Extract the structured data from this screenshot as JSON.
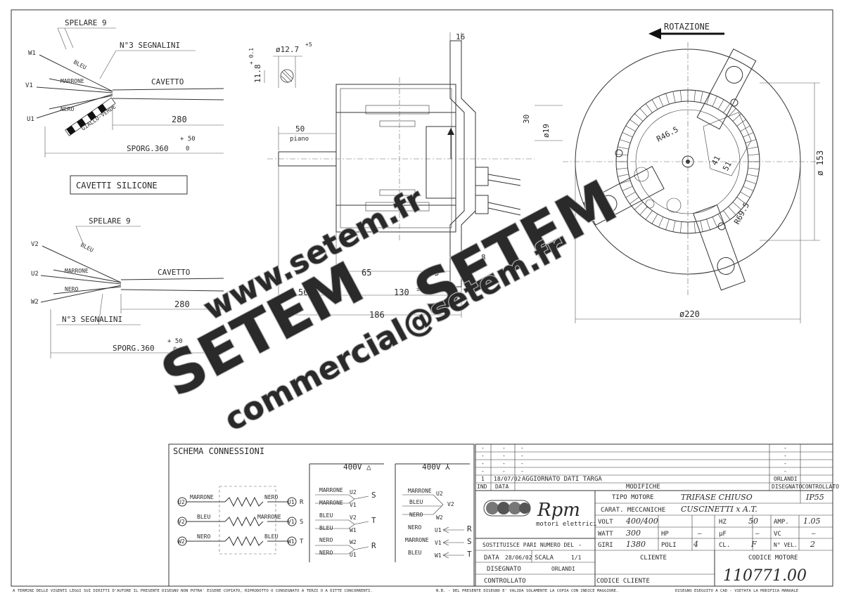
{
  "cable_top": {
    "strip_label": "SPELARE 9",
    "markers_label": "N°3 SEGNALINI",
    "cable_label": "CAVETTO",
    "wires": [
      "W1",
      "V1",
      "U1"
    ],
    "colors": [
      "BLEU",
      "MARRONE",
      "NERO",
      "GIALLO-VERDE"
    ],
    "len_280": "280",
    "sporg_label": "SPORG.360",
    "tol_plus": "+ 50",
    "tol_zero": "0",
    "silicone_box": "CAVETTI SILICONE"
  },
  "cable_bottom": {
    "strip_label": "SPELARE 9",
    "markers_label": "N°3 SEGNALINI",
    "cable_label": "CAVETTO",
    "wires": [
      "V2",
      "U2",
      "W2"
    ],
    "colors": [
      "BLEU",
      "MARRONE",
      "NERO"
    ],
    "len_280": "280",
    "sporg_label": "SPORG.360",
    "tol_plus": "+ 50",
    "tol_zero": "0"
  },
  "side_view": {
    "shaft_dia": "ø12.7",
    "shaft_tol": "+5",
    "key_dim": "11.8",
    "key_tol": "+ 0.1",
    "flange_16": "16",
    "d50": "50",
    "piano": "piano",
    "d30": "30",
    "d65a": "65",
    "d65b": "65",
    "d56": "56",
    "d130": "130",
    "d186": "186",
    "d8": "8",
    "tol_small": "±1"
  },
  "front_view": {
    "rotation_label": "ROTAZIONE",
    "r46": "R46.5",
    "r69": "R69.5",
    "d19": "ø19",
    "d41": "41",
    "d51": "51",
    "d153": "ø 153",
    "d220": "ø220"
  },
  "watermark": {
    "url": "www.setem.fr",
    "brand1": "SETEM",
    "brand2": "SETEM",
    "email": "commercial@setem.fr"
  },
  "schema": {
    "title": "SCHEMA CONNESSIONI",
    "delta_label": "400V △",
    "star_label": "400V ⅄",
    "rows": [
      {
        "left_term": "U2",
        "left_color": "MARRONE",
        "right_color": "NERO",
        "right_term": "U1",
        "phase": "R"
      },
      {
        "left_term": "V2",
        "left_color": "BLEU",
        "right_color": "MARRONE",
        "right_term": "V1",
        "phase": "S"
      },
      {
        "left_term": "W2",
        "left_color": "NERO",
        "right_color": "BLEU",
        "right_term": "W1",
        "phase": "T"
      }
    ],
    "delta": [
      {
        "c1": "MARRONE",
        "t1": "U2",
        "c2": "MARRONE",
        "t2": "V1",
        "phase": "S"
      },
      {
        "c1": "BLEU",
        "t1": "V2",
        "c2": "BLEU",
        "t2": "W1",
        "phase": "T"
      },
      {
        "c1": "NERO",
        "t1": "W2",
        "c2": "NERO",
        "t2": "U1",
        "phase": "R"
      }
    ],
    "star_top": [
      {
        "color": "MARRONE",
        "term": "U2"
      },
      {
        "color": "BLEU",
        "term": "V2"
      },
      {
        "color": "NERO",
        "term": "W2"
      }
    ],
    "star_bottom": [
      {
        "color": "NERO",
        "term": "U1",
        "phase": "R"
      },
      {
        "color": "MARRONE",
        "term": "V1",
        "phase": "S"
      },
      {
        "color": "BLEU",
        "term": "W1",
        "phase": "T"
      }
    ]
  },
  "revisions": {
    "dash": "-",
    "row_num": "1",
    "row_date": "18/07/02",
    "row_text": "AGGIORNATO DATI TARGA",
    "row_designer": "ORLANDI",
    "h_ind": "IND",
    "h_data": "DATA",
    "h_modifiche": "MODIFICHE",
    "h_disegnato": "DISEGNATO",
    "h_controllato": "CONTROLLATO"
  },
  "title_block": {
    "logo_text": "Rpm",
    "logo_sub": "motori elettrici",
    "tipo_label": "TIPO MOTORE",
    "tipo_value": "TRIFASE CHIUSO",
    "ip": "IP55",
    "carat_label": "CARAT. MECCANICHE",
    "carat_value": "CUSCINETTI x A.T.",
    "volt_label": "VOLT",
    "volt_value": "400/400",
    "hz_label": "HZ",
    "hz_value": "50",
    "amp_label": "AMP.",
    "amp_value": "1.05",
    "watt_label": "WATT",
    "watt_value": "300",
    "hp_label": "HP",
    "hp_value": "—",
    "uf_label": "μF",
    "uf_value": "—",
    "vc_label": "VC",
    "vc_value": "—",
    "giri_label": "GIRI",
    "giri_value": "1380",
    "poli_label": "POLI",
    "poli_value": "4",
    "cl_label": "CL.",
    "cl_value": "F",
    "nvel_label": "N° VEL.",
    "nvel_value": "2",
    "sost_label": "SOSTITUISCE PARI NUMERO DEL",
    "sost_value": "-",
    "data_label": "DATA",
    "data_value": "28/06/02",
    "scala_label": "SCALA",
    "scala_value": "1/1",
    "disegnato_label": "DISEGNATO",
    "disegnato_value": "ORLANDI",
    "controllato_label": "CONTROLLATO",
    "cliente_label": "CLIENTE",
    "codice_cliente_label": "CODICE CLIENTE",
    "codice_motore_label": "CODICE MOTORE",
    "codice_motore_value": "110771.00"
  },
  "footer": {
    "left": "A TERMINI DELLE VIGENTI LEGGI SUI DIRITTI D'AUTORE IL PRESENTE DISEGNO NON POTRA' ESSERE COPIATO, RIPRODOTTO O CONSEGNATO A TERZI O A DITTE CONCORRENTI.",
    "mid": "N.B. - DEL PRESENTE DISEGNO E' VALIDA SOLAMENTE LA COPIA CON INDICE MAGGIORE.",
    "right": "DISEGNO ESEGUITO A CAD - VIETATA LA MODIFICA MANUALE"
  }
}
